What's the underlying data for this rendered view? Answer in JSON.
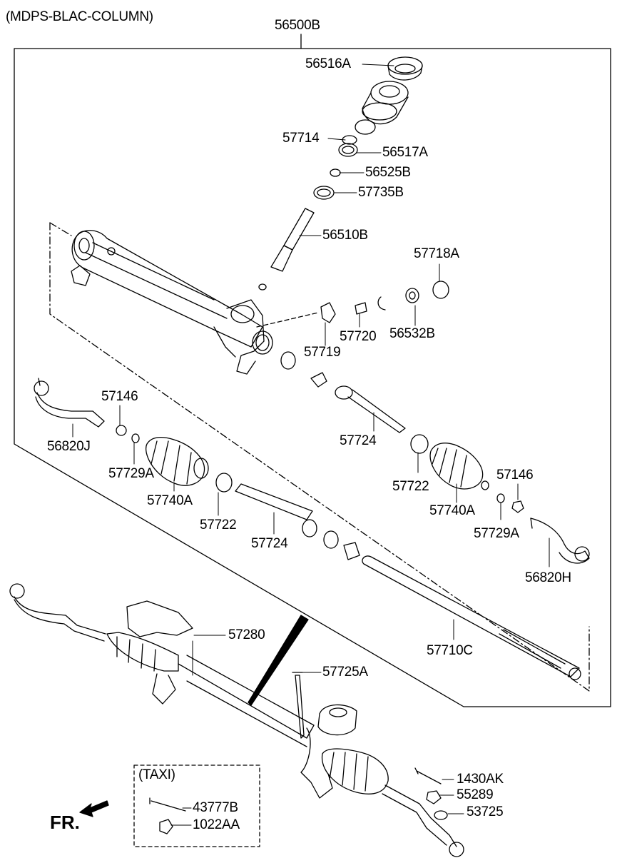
{
  "diagram": {
    "header": "(MDPS-BLAC-COLUMN)",
    "assembly_label": "56500B",
    "taxi_box_label": "(TAXI)",
    "direction_label": "FR.",
    "parts": {
      "p56516A": "56516A",
      "p57714": "57714",
      "p56517A": "56517A",
      "p56525B": "56525B",
      "p57735B": "57735B",
      "p56510B": "56510B",
      "p57718A": "57718A",
      "p57719": "57719",
      "p57720": "57720",
      "p56532B": "56532B",
      "p57146_left": "57146",
      "p56820J": "56820J",
      "p57729A_left": "57729A",
      "p57740A_left": "57740A",
      "p57722_left": "57722",
      "p57724_left": "57724",
      "p57724_right": "57724",
      "p57722_right": "57722",
      "p57740A_right": "57740A",
      "p57146_right": "57146",
      "p57729A_right": "57729A",
      "p56820H": "56820H",
      "p57710C": "57710C",
      "p57280": "57280",
      "p57725A": "57725A",
      "p1430AK": "1430AK",
      "p55289": "55289",
      "p53725": "53725",
      "p43777B": "43777B",
      "p1022AA": "1022AA"
    }
  }
}
